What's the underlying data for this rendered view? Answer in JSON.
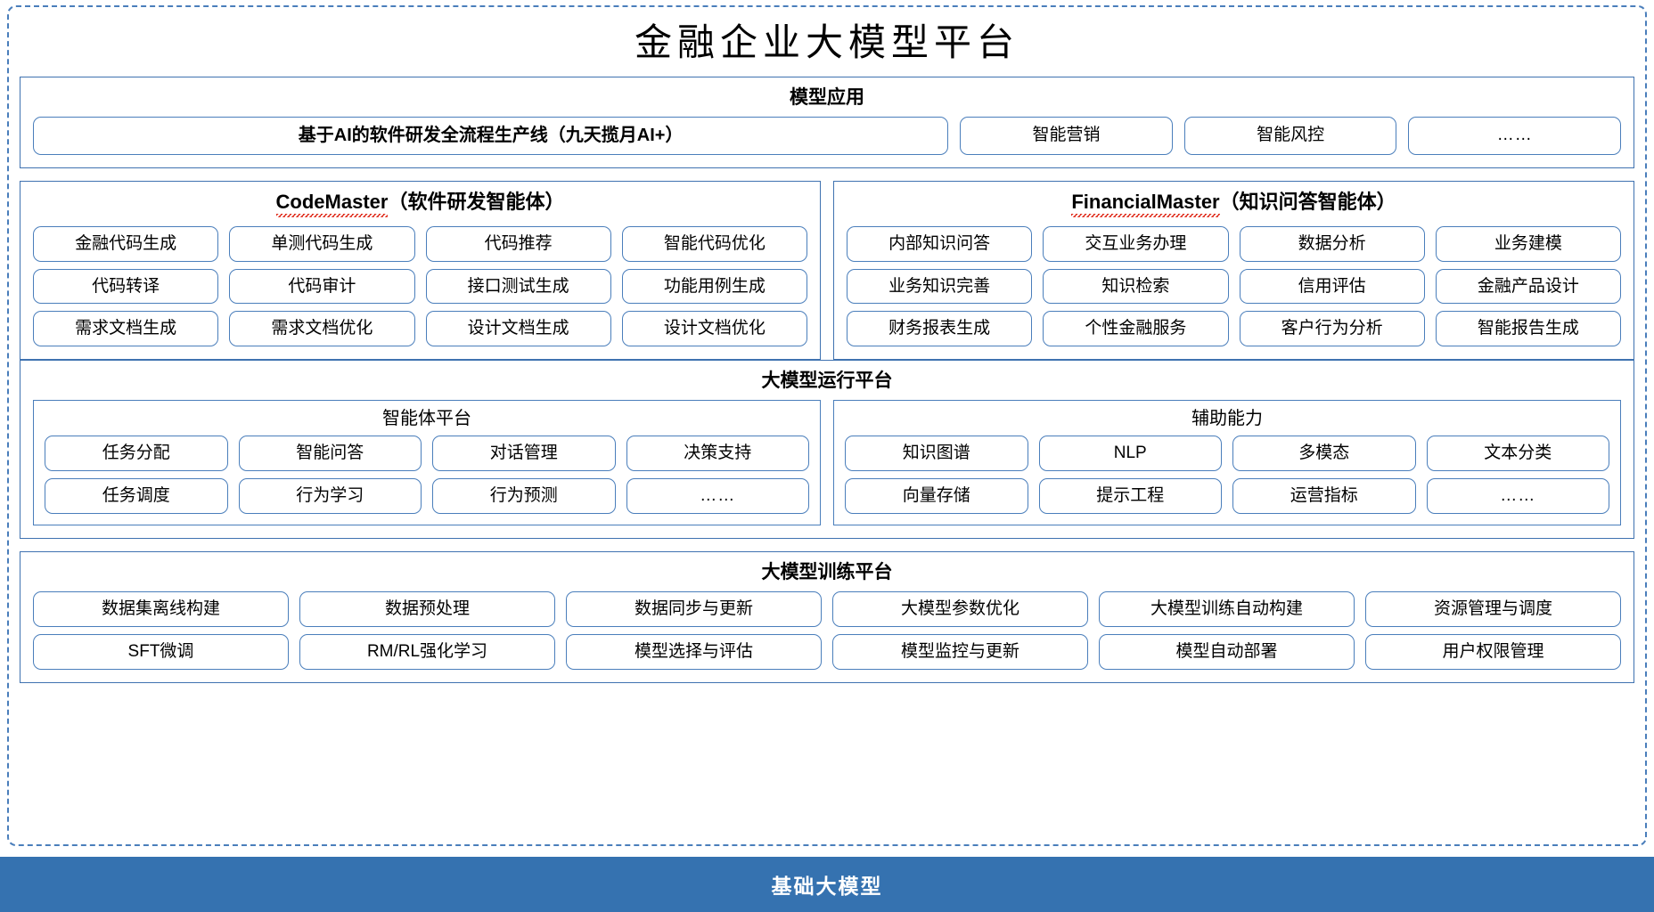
{
  "title": "金融企业大模型平台",
  "colors": {
    "frame_blue": "#4a7ebb",
    "panel_blue": "#3f72b0",
    "base_bar_blue": "#3572b0",
    "spellcheck_red": "#e03020"
  },
  "model_application": {
    "title": "模型应用",
    "items": [
      "基于AI的软件研发全流程生产线（九天揽月AI+）",
      "智能营销",
      "智能风控",
      "……"
    ]
  },
  "agents": [
    {
      "name": "CodeMaster",
      "name_suffix": "（软件研发智能体）",
      "rows": [
        [
          "金融代码生成",
          "单测代码生成",
          "代码推荐",
          "智能代码优化"
        ],
        [
          "代码转译",
          "代码审计",
          "接口测试生成",
          "功能用例生成"
        ],
        [
          "需求文档生成",
          "需求文档优化",
          "设计文档生成",
          "设计文档优化"
        ]
      ]
    },
    {
      "name": "FinancialMaster",
      "name_suffix": "（知识问答智能体）",
      "rows": [
        [
          "内部知识问答",
          "交互业务办理",
          "数据分析",
          "业务建模"
        ],
        [
          "业务知识完善",
          "知识检索",
          "信用评估",
          "金融产品设计"
        ],
        [
          "财务报表生成",
          "个性金融服务",
          "客户行为分析",
          "智能报告生成"
        ]
      ]
    }
  ],
  "runtime_platform": {
    "title": "大模型运行平台",
    "subpanels": [
      {
        "title": "智能体平台",
        "rows": [
          [
            "任务分配",
            "智能问答",
            "对话管理",
            "决策支持"
          ],
          [
            "任务调度",
            "行为学习",
            "行为预测",
            "……"
          ]
        ]
      },
      {
        "title": "辅助能力",
        "rows": [
          [
            "知识图谱",
            "NLP",
            "多模态",
            "文本分类"
          ],
          [
            "向量存储",
            "提示工程",
            "运营指标",
            "……"
          ]
        ]
      }
    ]
  },
  "training_platform": {
    "title": "大模型训练平台",
    "rows": [
      [
        "数据集离线构建",
        "数据预处理",
        "数据同步与更新",
        "大模型参数优化",
        "大模型训练自动构建",
        "资源管理与调度"
      ],
      [
        "SFT微调",
        "RM/RL强化学习",
        "模型选择与评估",
        "模型监控与更新",
        "模型自动部署",
        "用户权限管理"
      ]
    ]
  },
  "base_bar": {
    "label": "基础大模型"
  }
}
